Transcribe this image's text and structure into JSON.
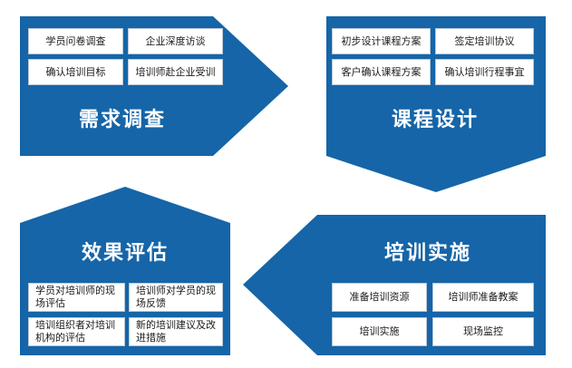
{
  "stages": {
    "needs": {
      "title": "需求调查",
      "items": [
        "学员问卷调查",
        "企业深度访谈",
        "确认培训目标",
        "培训师赴企业受训"
      ]
    },
    "design": {
      "title": "课程设计",
      "items": [
        "初步设计课程方案",
        "签定培训协议",
        "客户确认课程方案",
        "确认培训行程事宜"
      ]
    },
    "implement": {
      "title": "培训实施",
      "items": [
        "准备培训资源",
        "培训师准备教案",
        "培训实施",
        "现场监控"
      ]
    },
    "evaluate": {
      "title": "效果评估",
      "items": [
        "学员对培训师的现场评估",
        "培训师对学员的现场反馈",
        "培训组织者对培训机构的评估",
        "新的培训建议及改进措施"
      ]
    }
  },
  "colors": {
    "primary": "#1565a8",
    "box_border": "#b9c6d6"
  }
}
